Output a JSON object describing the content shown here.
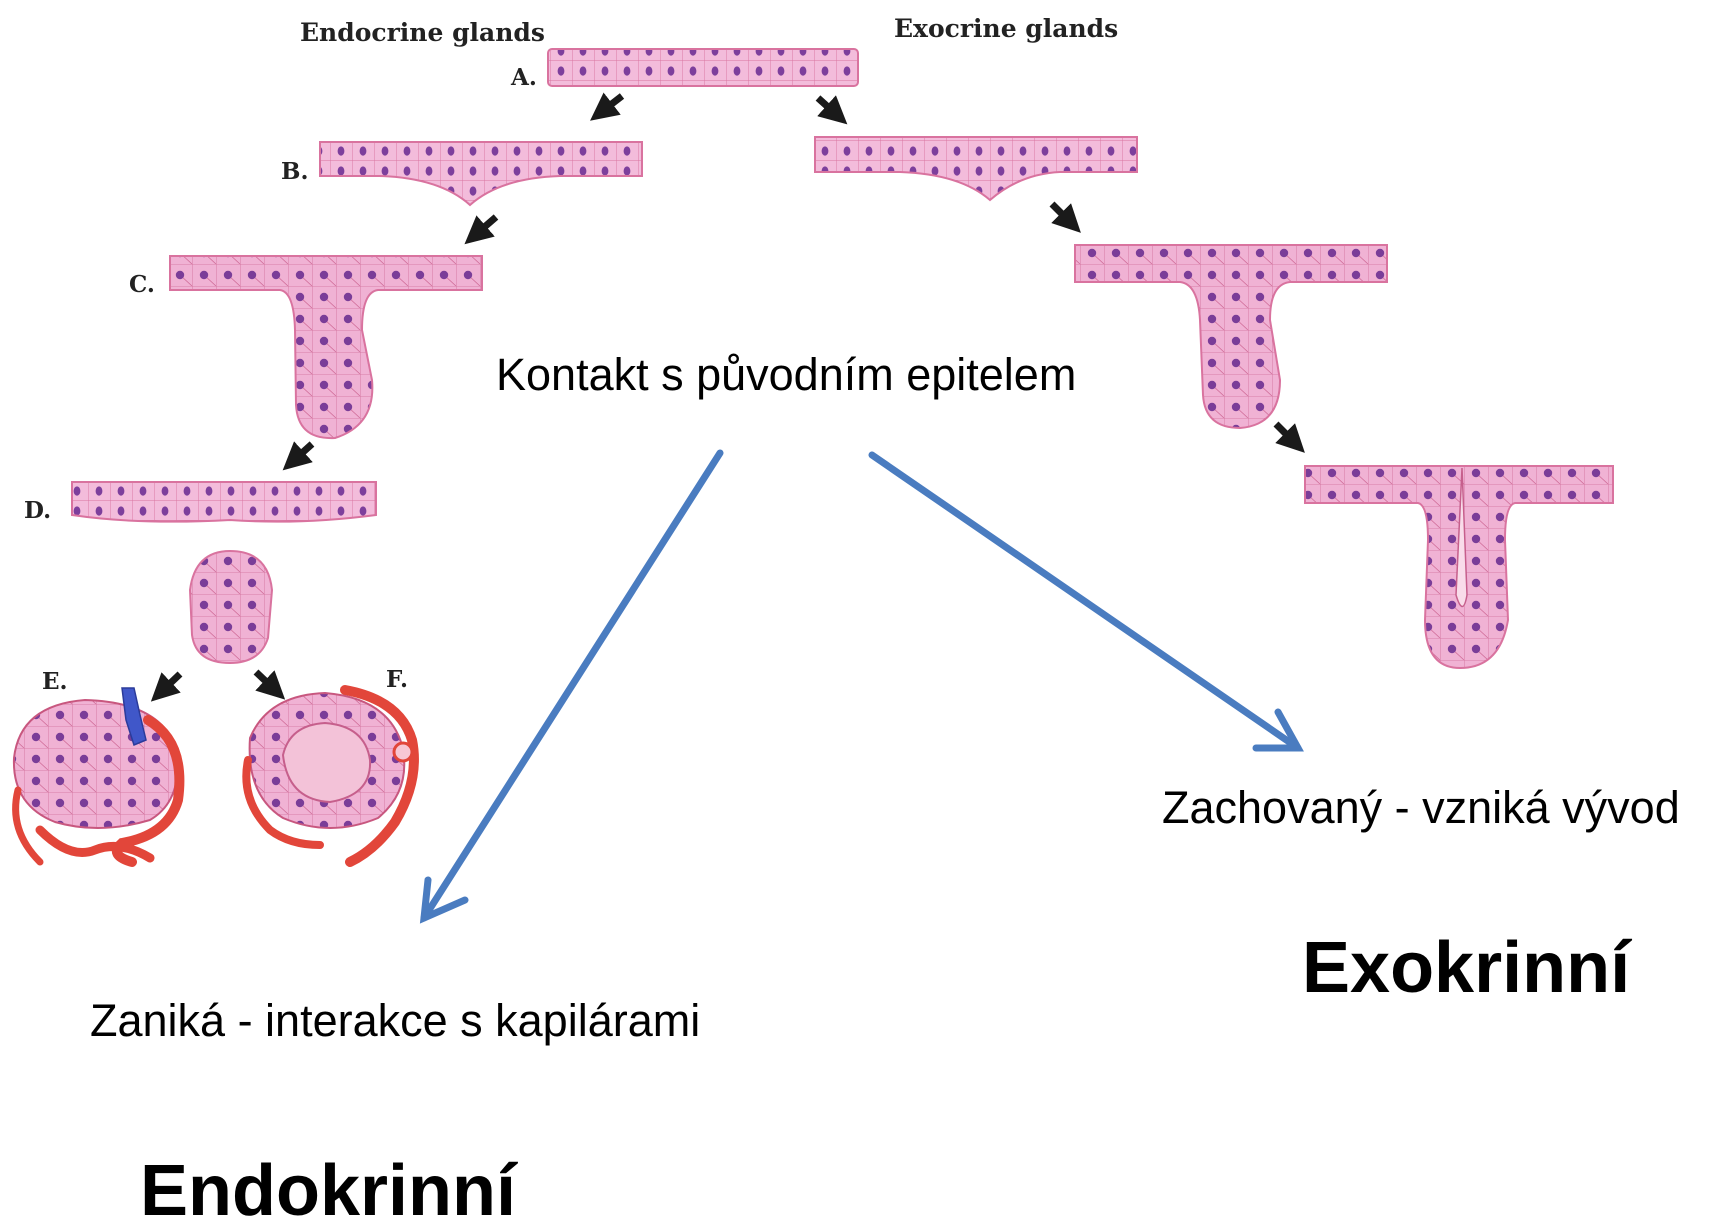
{
  "headings": {
    "endocrine": "Endocrine glands",
    "exocrine": "Exocrine glands"
  },
  "steps": {
    "a": "A.",
    "b": "B.",
    "c": "C.",
    "d": "D.",
    "e": "E.",
    "f": "F."
  },
  "captions": {
    "center": "Kontakt s původním epitelem",
    "right": "Zachovaný - vzniká vývod",
    "left": "Zaniká - interakce s kapilárami"
  },
  "titles": {
    "exo": "Exokrinní",
    "endo": "Endokrinní"
  },
  "colors": {
    "tissue": "#f2b6d6",
    "tissue_edge": "#d9739f",
    "nucleus": "#7d3f9c",
    "capillary": "#e2463a",
    "vein": "#4057c9",
    "blue_arrow": "#4a7cc0",
    "black_arrow": "#1a1a1a"
  }
}
